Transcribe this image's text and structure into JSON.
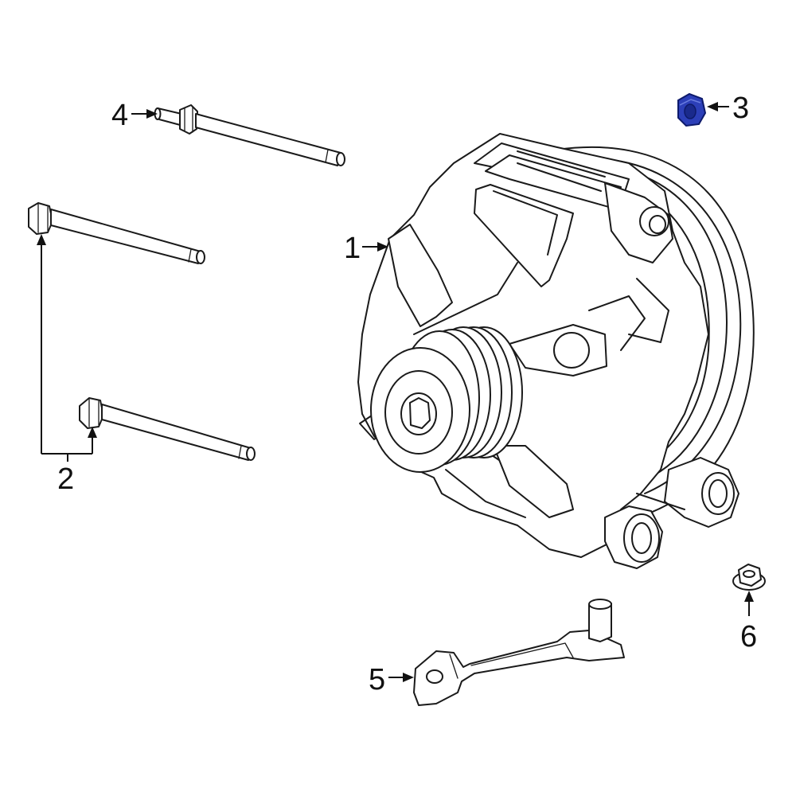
{
  "diagram": {
    "colors": {
      "line": "#1a1a1a",
      "highlight": "#2c3fb8",
      "background": "#ffffff"
    },
    "callouts": [
      {
        "id": "alternator",
        "label": "1"
      },
      {
        "id": "mounting-bolt",
        "label": "2"
      },
      {
        "id": "nut",
        "label": "3",
        "highlighted": true
      },
      {
        "id": "stud-bolt",
        "label": "4"
      },
      {
        "id": "bracket",
        "label": "5"
      },
      {
        "id": "flange-nut",
        "label": "6"
      }
    ]
  }
}
